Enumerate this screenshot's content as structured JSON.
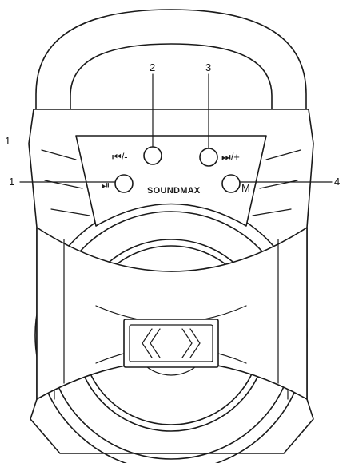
{
  "brand": "SOUNDMAX",
  "callouts": {
    "top_left": "1",
    "prev_button": "2",
    "next_button": "3",
    "play_button": "1",
    "mode_button": "4"
  },
  "buttons": {
    "prev_label": "⏮/-",
    "next_label": "⏭/+",
    "play_label": "⏯",
    "mode_label": "M"
  }
}
